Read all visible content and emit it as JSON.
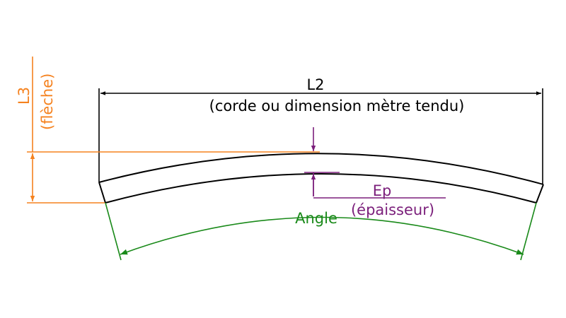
{
  "colors": {
    "outline": "#000000",
    "fleche": "#F5821F",
    "epaisseur": "#7B1F7B",
    "angle": "#1A8A1A"
  },
  "labels": {
    "l2": "L2",
    "l2_caption": "(corde ou dimension mètre tendu)",
    "l3": "L3",
    "l3_caption": "(flèche)",
    "ep": "Ep",
    "ep_caption": "(épaisseur)",
    "angle": "Angle"
  }
}
